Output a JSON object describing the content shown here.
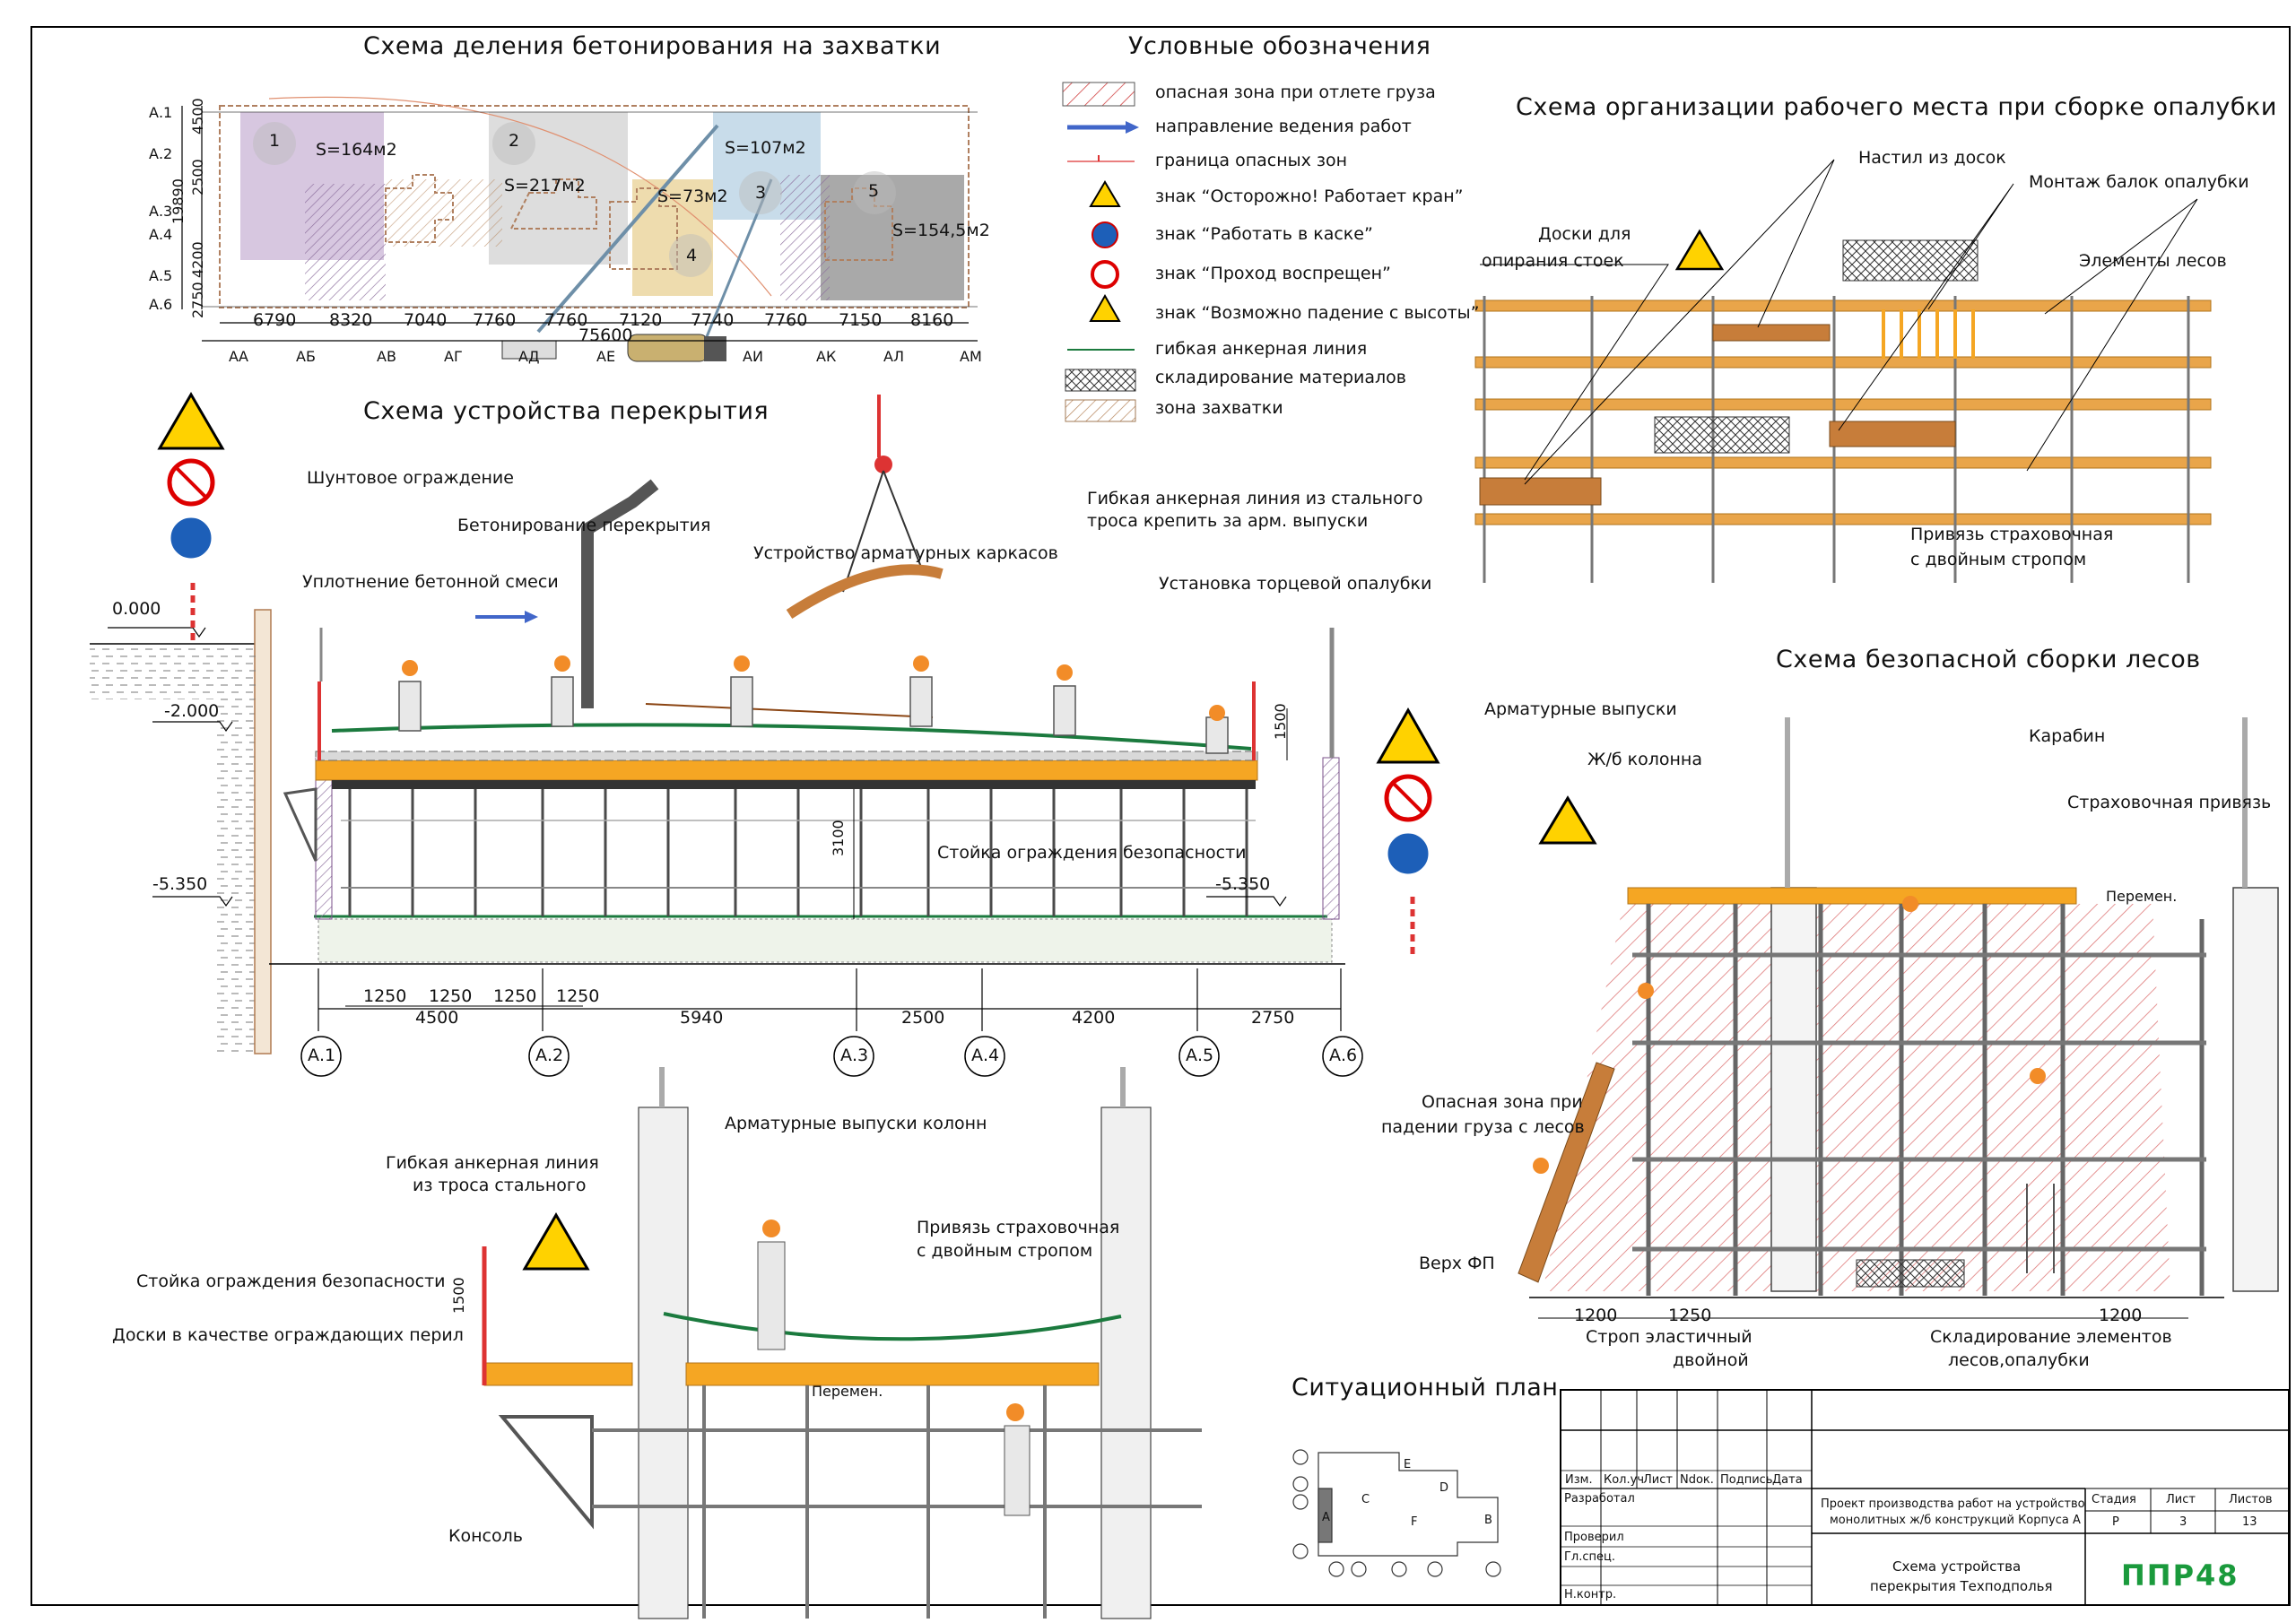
{
  "titles": {
    "zones": "Схема деления бетонирования на захватки",
    "legend": "Условные обозначения",
    "workplace": "Схема организации рабочего места при сборке опалубки",
    "slab": "Схема устройства перекрытия",
    "scaffold": "Схема безопасной сборки лесов",
    "situation": "Ситуационный план"
  },
  "legend_items": [
    "опасная зона при отлете груза",
    "направление ведения работ",
    "граница опасных зон",
    "знак “Осторожно! Работает кран”",
    "знак “Работать в каске”",
    "знак “Проход воспрещен”",
    "знак “Возможно падение с высоты”",
    "гибкая анкерная линия",
    "складирование материалов",
    "зона захватки"
  ],
  "zones_plan": {
    "row_axes": [
      "А.1",
      "А.2",
      "А.3",
      "А.4",
      "А.5",
      "А.6"
    ],
    "col_axes": [
      "АА",
      "АБ",
      "АВ",
      "АГ",
      "АД",
      "АЕ",
      "АИ",
      "АК",
      "АЛ",
      "АМ"
    ],
    "col_dims": [
      "6790",
      "8320",
      "7040",
      "7760",
      "7760",
      "7120",
      "7740",
      "7760",
      "7150",
      "8160"
    ],
    "row_dims": [
      "4500",
      "2500",
      "19890",
      "4200",
      "2750"
    ],
    "total_dim": "75600",
    "zone_numbers": [
      "1",
      "2",
      "3",
      "4",
      "5"
    ],
    "areas": [
      "S=164м2",
      "S=217м2",
      "S=73м2",
      "S=107м2",
      "S=154,5м2"
    ]
  },
  "slab_section": {
    "labels": {
      "shunt_fence": "Шунтовое ограждение",
      "concreting": "Бетонирование перекрытия",
      "compaction": "Уплотнение бетонной смеси",
      "rebar_cages": "Устройство арматурных каркасов",
      "anchor_line": "Гибкая анкерная линия из стального",
      "anchor_line_2": "троса крепить за арм. выпуски",
      "end_formwork": "Установка торцевой опалубки",
      "safety_post": "Стойка ограждения безопасности"
    },
    "levels": [
      "0.000",
      "-2.000",
      "-5.350",
      "-5.350"
    ],
    "height_dims": [
      "1500",
      "3100"
    ],
    "bottom_dims": [
      "1250",
      "1250",
      "1250",
      "1250",
      "4500",
      "5940",
      "2500",
      "4200",
      "2750"
    ],
    "axes": [
      "А.1",
      "А.2",
      "А.3",
      "А.4",
      "А.5",
      "А.6"
    ]
  },
  "workplace": {
    "labels": [
      "Настил из досок",
      "Монтаж балок опалубки",
      "Доски для",
      "опирания стоек",
      "Элементы лесов",
      "Привязь страховочная",
      "с двойным стропом"
    ]
  },
  "scaffold": {
    "labels": [
      "Арматурные выпуски",
      "Ж/б колонна",
      "Карабин",
      "Страховочная привязь",
      "Перемен.",
      "Опасная зона при",
      "падении груза с лесов",
      "Верх ФП",
      "Строп эластичный",
      "двойной",
      "Складирование элементов",
      "лесов,опалубки"
    ],
    "dims": [
      "1200",
      "1250",
      "1200"
    ]
  },
  "console": {
    "labels": [
      "Арматурные выпуски колонн",
      "Гибкая анкерная линия",
      "из троса стального",
      "Привязь страховочная",
      "с двойным стропом",
      "Стойка ограждения безопасности",
      "Доски в качестве ограждающих перил",
      "Консоль",
      "Перемен."
    ],
    "dim": "1500"
  },
  "situation_plan": {
    "blocks": [
      "A",
      "B",
      "C",
      "D",
      "E",
      "F"
    ]
  },
  "title_block": {
    "headers": [
      "Изм.",
      "Кол.уч",
      "Лист",
      "Ndок.",
      "Подпись",
      "Дата"
    ],
    "roles": [
      "Разработал",
      "Проверил",
      "Гл.спец.",
      "Н.контр."
    ],
    "project": "Проект производства работ на устройство монолитных ж/б конструкций Корпуса А",
    "project_1": "Проект производства работ на устройство",
    "project_2": "монолитных ж/б конструкций Корпуса А",
    "sheet_title_1": "Схема устройства",
    "sheet_title_2": "перекрытия Техподполья",
    "stage_label": "Стадия",
    "sheet_label": "Лист",
    "sheets_label": "Листов",
    "stage": "Р",
    "sheet": "3",
    "sheets": "13",
    "brand": "ППР48",
    "brand_color": "#1a9a3c"
  }
}
